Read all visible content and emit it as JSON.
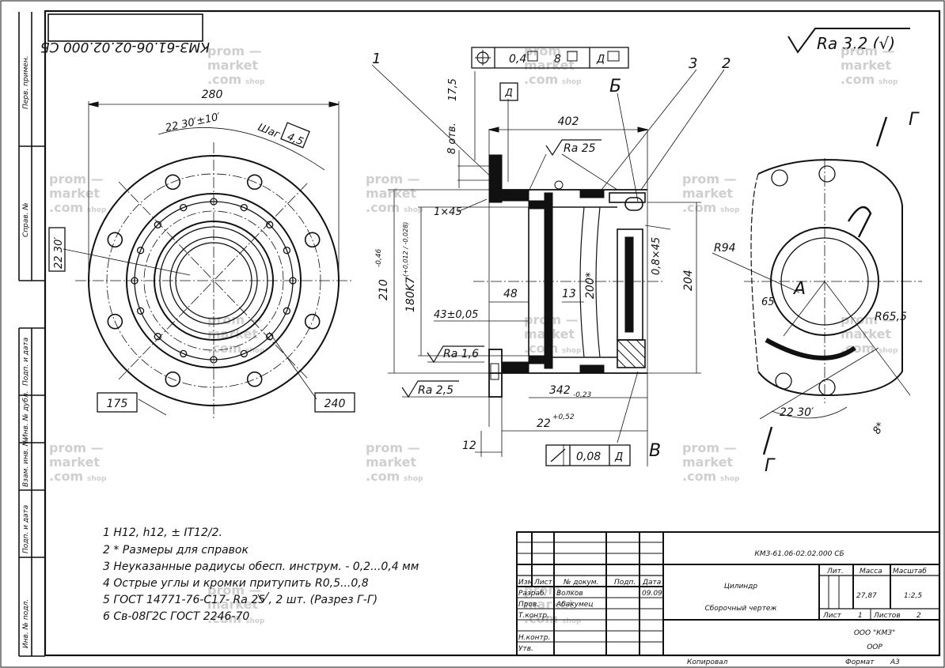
{
  "doc_code": "КМЗ-61.06-02.02.000 СБ",
  "doc_code_mirrored": "КМЗ-61.06-02.02.000 СБ",
  "left_strip": [
    "Перв. примен.",
    "Справ. №",
    "Подп. и дата",
    "Инв. № дубл.",
    "Взам. инв. №",
    "Подп. и дата",
    "Инв. № подл."
  ],
  "roughness_general": "Ra 3,2 (√)",
  "watermark": {
    "l1": "prom —",
    "l2": "market",
    "l3": ".com",
    "shop": "shop"
  },
  "view_left": {
    "dia_280": "280",
    "angle": "22 30′±10′",
    "step_label": "Шаг",
    "step_val": "4,5",
    "angle_22": "22 30′",
    "box_175": "175",
    "box_240": "240"
  },
  "section": {
    "callout_1": "1",
    "callout_2": "2",
    "callout_3": "3",
    "holes": "8 отв.",
    "dim_17_5": "17,5",
    "dim_402": "402",
    "ra_25": "Ra 25",
    "chamfer": "1×45",
    "dim_210": "210",
    "dim_210_tol": "-0,46",
    "dim_180": "180K7",
    "dim_180_tol": "(+0,012 / -0,028)",
    "dim_48": "48",
    "dim_13": "13",
    "dim_200": "200*",
    "chamfer_08": "0,8×45",
    "dim_204": "204",
    "dim_43": "43±0,05",
    "ra_16": "Ra 1,6",
    "ra_25b": "Ra 2,5",
    "dim_342": "342",
    "dim_342_tol": "-0,23",
    "dim_22": "22",
    "dim_22_tol": "+0,52",
    "dim_12": "12",
    "runout": "0,08",
    "datum_d": "Д",
    "tol_pos": "0,4",
    "tol_pos_b": "8",
    "label_B": "Б",
    "label_V": "В"
  },
  "section_g": {
    "label": "Г",
    "r94": "R94",
    "r65": "R65,5",
    "dim_65": "65",
    "label_A": "А",
    "angle": "22 30′",
    "dim_8": "8*"
  },
  "notes": [
    "1 H12, h12, ± IT12/2.",
    "2 * Размеры для справок",
    "3 Неуказанные радиусы обесп. инструм. - 0,2...0,4 мм",
    "4 Острые углы и кромки притупить R0,5...0,8",
    "5 ГОСТ 14771-76-С17-        Ra 25 , 2 шт. (Разрез Г-Г)",
    "6 Св-08Г2С ГОСТ 2246-70"
  ],
  "title_block": {
    "code": "КМЗ-61.06-02.02.000 СБ",
    "name1": "Цилиндр",
    "name2": "Сборочный чертеж",
    "h_lit": "Лит.",
    "h_mass": "Масса",
    "h_scale": "Масштаб",
    "mass": "27,87",
    "scale": "1:2,5",
    "sheet_lbl": "Лист",
    "sheet": "1",
    "sheets_lbl": "Листов",
    "sheets": "2",
    "org1": "ООО \"КМЗ\"",
    "org2": "ООР",
    "col_izm": "Изм",
    "col_list": "Лист",
    "col_doc": "№ докум.",
    "col_sign": "Подп.",
    "col_date": "Дата",
    "r_razrab": "Разраб.",
    "n_razrab": "Волков",
    "d_razrab": "09.09",
    "r_prov": "Пров.",
    "n_prov": "Абакумец",
    "r_tkontr": "Т.контр.",
    "r_nkontr": "Н.контр.",
    "r_utv": "Утв.",
    "copied": "Копировал",
    "format_lbl": "Формат",
    "format": "А3"
  }
}
